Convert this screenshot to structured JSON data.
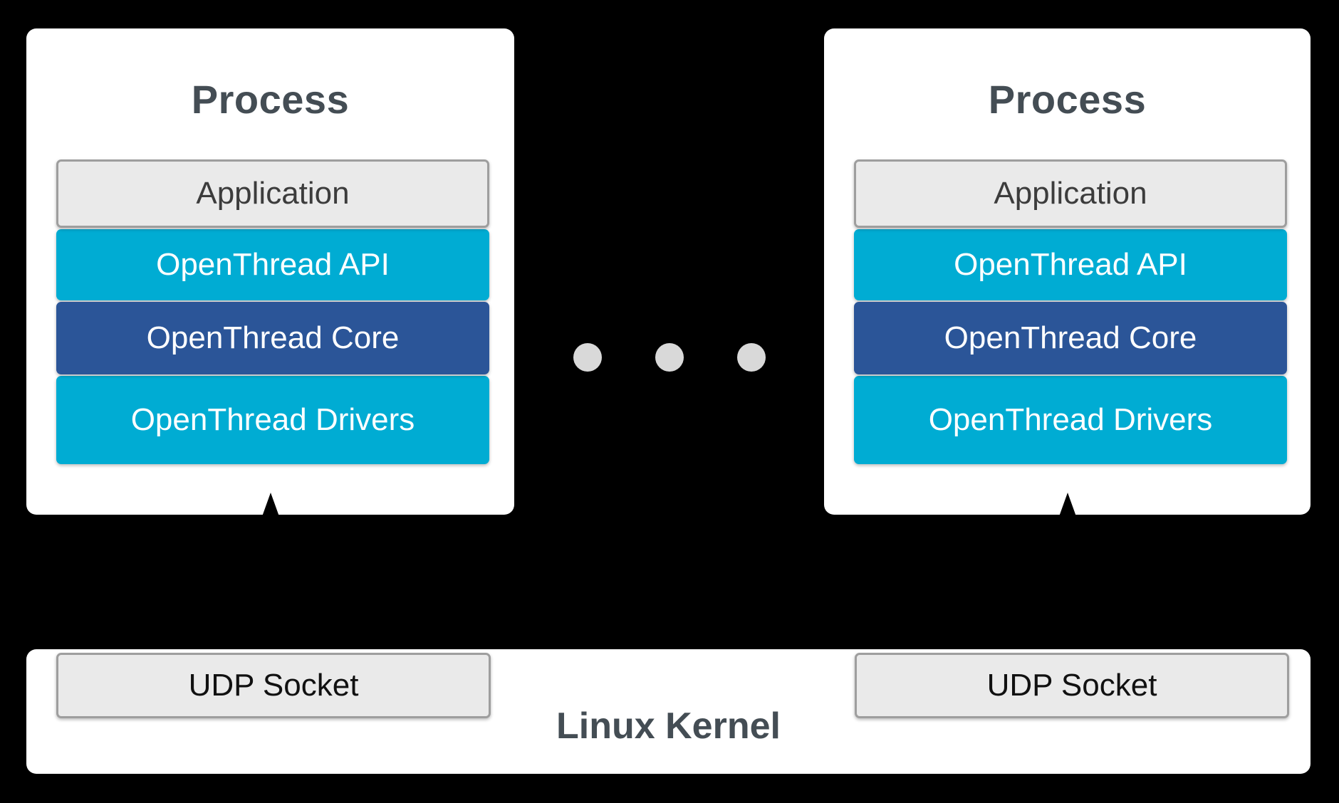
{
  "diagram": {
    "background_color": "#000000",
    "accent_colors": {
      "cyan": "#00acd3",
      "blue": "#2b5598",
      "light_gray_box": "#eaeaea",
      "box_border": "#9e9e9e",
      "title_text": "#444d54",
      "dot": "#d9d9d9"
    }
  },
  "processes": [
    {
      "title": "Process",
      "layers": [
        {
          "label": "Application",
          "style": "gray"
        },
        {
          "label": "OpenThread API",
          "style": "cyan"
        },
        {
          "label": "OpenThread Core",
          "style": "blue"
        },
        {
          "label": "OpenThread Drivers",
          "style": "cyan"
        }
      ],
      "arrow": {
        "icon": "arrow-up-icon",
        "direction": "up"
      }
    },
    {
      "title": "Process",
      "layers": [
        {
          "label": "Application",
          "style": "gray"
        },
        {
          "label": "OpenThread API",
          "style": "cyan"
        },
        {
          "label": "OpenThread Core",
          "style": "blue"
        },
        {
          "label": "OpenThread Drivers",
          "style": "cyan"
        }
      ],
      "arrow": {
        "icon": "arrow-up-icon",
        "direction": "up"
      }
    }
  ],
  "ellipsis": {
    "icon": "ellipsis-dots-icon",
    "count": 3
  },
  "kernel": {
    "title": "Linux Kernel",
    "sockets": [
      {
        "label": "UDP Socket"
      },
      {
        "label": "UDP Socket"
      }
    ]
  }
}
